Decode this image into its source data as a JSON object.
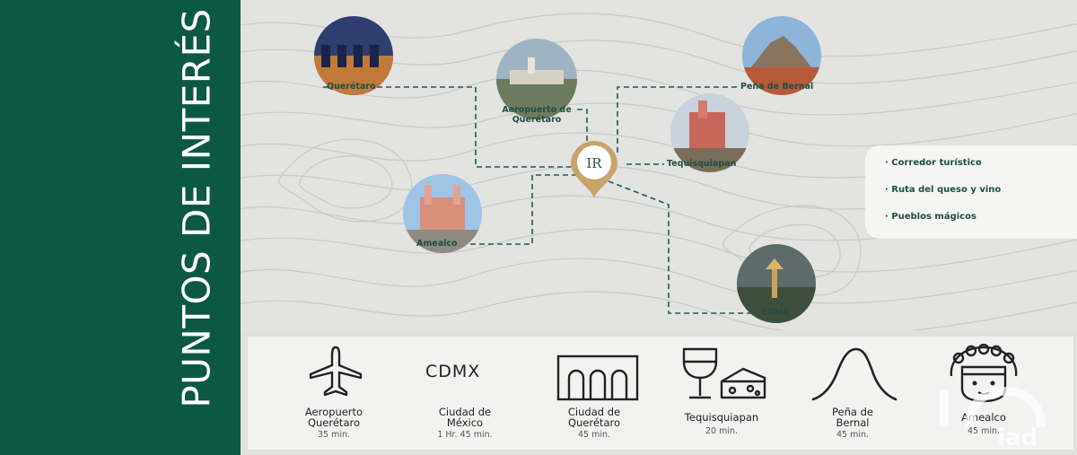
{
  "title": "PUNTOS DE INTERÉS",
  "poi": [
    {
      "key": "queretaro",
      "label": "Querétaro"
    },
    {
      "key": "aeropuerto",
      "label_line1": "Aeropuerto de",
      "label_line2": "Querétaro"
    },
    {
      "key": "bernal",
      "label": "Peña de Bernal"
    },
    {
      "key": "tequisquiapan",
      "label": "Tequisquiapan"
    },
    {
      "key": "amealco",
      "label": "Amealco"
    },
    {
      "key": "cdmx",
      "label": "CDMX"
    }
  ],
  "pin_logo": "IR",
  "info_items": [
    "· Corredor turístico",
    "· Ruta del queso y vino",
    "· Pueblos mágicos"
  ],
  "destinations": [
    {
      "icon": "airplane-icon",
      "line1": "Aeropuerto",
      "line2": "Querétaro",
      "time": "35 min."
    },
    {
      "icon": "cdmx-text-icon",
      "icon_text": "CDMX",
      "line1": "Ciudad de",
      "line2": "México",
      "time": "1 Hr. 45 min."
    },
    {
      "icon": "aqueduct-icon",
      "line1": "Ciudad de",
      "line2": "Querétaro",
      "time": "45 min."
    },
    {
      "icon": "wine-cheese-icon",
      "line1": "Tequisquiapan",
      "line2": "",
      "time": "20 min."
    },
    {
      "icon": "mountain-icon",
      "line1": "Peña de",
      "line2": "Bernal",
      "time": "45 min."
    },
    {
      "icon": "doll-icon",
      "line1": "Amealco",
      "line2": "",
      "time": "45 min."
    }
  ],
  "watermark": "iad",
  "colors": {
    "brand_green": "#0c5845",
    "route_green": "#1f5d4b",
    "pin_gold": "#c8a36a",
    "map_bg": "#e3e3e1"
  }
}
